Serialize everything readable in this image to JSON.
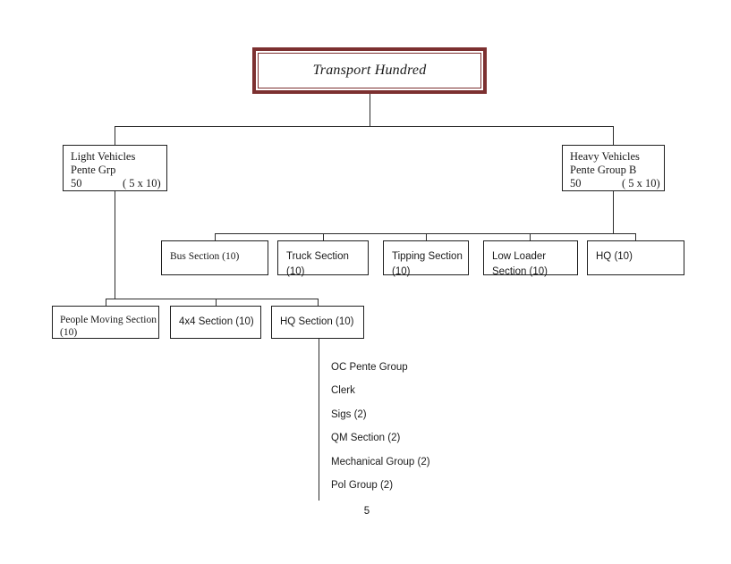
{
  "page": {
    "background_color": "#ffffff",
    "page_number": "5"
  },
  "chart_data": {
    "type": "diagram",
    "title": "Transport Hundred",
    "description": "Organisational tree chart of a Transport Hundred unit"
  },
  "root": {
    "label": "Transport Hundred",
    "border_color": "#7c3030",
    "fill_color": "#ffffff"
  },
  "level2": [
    {
      "line1": "Light Vehicles",
      "line2": " Pente Grp",
      "qty": "50",
      "breakdown": "( 5 x 10)"
    },
    {
      "line1": "Heavy Vehicles",
      "line2": "Pente Group B",
      "qty": "50",
      "breakdown": "( 5 x 10)"
    }
  ],
  "heavy_children": [
    {
      "label": "Bus  Section (10)"
    },
    {
      "label": "Truck Section (10)"
    },
    {
      "label": "Tipping  Section\n(10)"
    },
    {
      "label": "Low Loader\nSection   (10)"
    },
    {
      "label": "HQ  (10)"
    }
  ],
  "light_children": [
    {
      "label": "People  Moving Section\n(10)"
    },
    {
      "label": "4x4 Section (10)"
    },
    {
      "label": "HQ Section  (10)"
    }
  ],
  "hq_section_list": [
    {
      "label": "OC Pente Group"
    },
    {
      "label": "Clerk"
    },
    {
      "label": "Sigs (2)"
    },
    {
      "label": "QM Section (2)"
    },
    {
      "label": "Mechanical Group (2)"
    },
    {
      "label": "Pol Group (2)"
    }
  ]
}
